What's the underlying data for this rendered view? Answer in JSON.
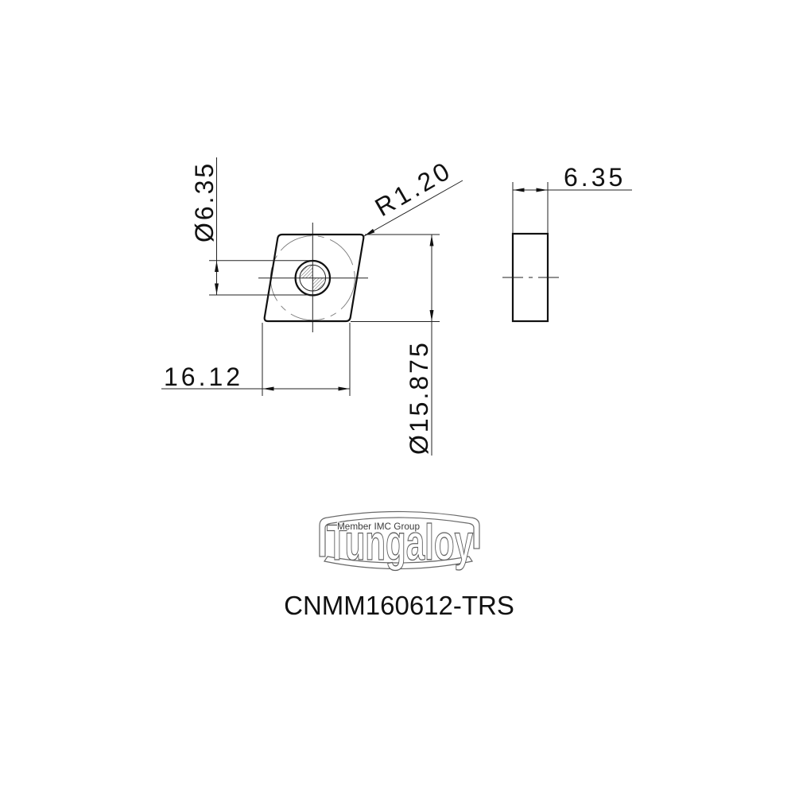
{
  "drawing": {
    "top_view": {
      "dim_hole_diameter": "Ø6.35",
      "dim_corner_radius": "R1.20",
      "dim_inscribed_circle": "Ø15.875",
      "dim_length": "16.12"
    },
    "side_view": {
      "dim_thickness": "6.35"
    }
  },
  "logo": {
    "tagline": "Member IMC Group",
    "wordmark": "Tungaloy"
  },
  "part_number": "CNMM160612-TRS",
  "colors": {
    "background": "#ffffff",
    "line": "#111111",
    "phantom_line": "#7a7a7a",
    "logo_outline": "#5e5e5e"
  }
}
